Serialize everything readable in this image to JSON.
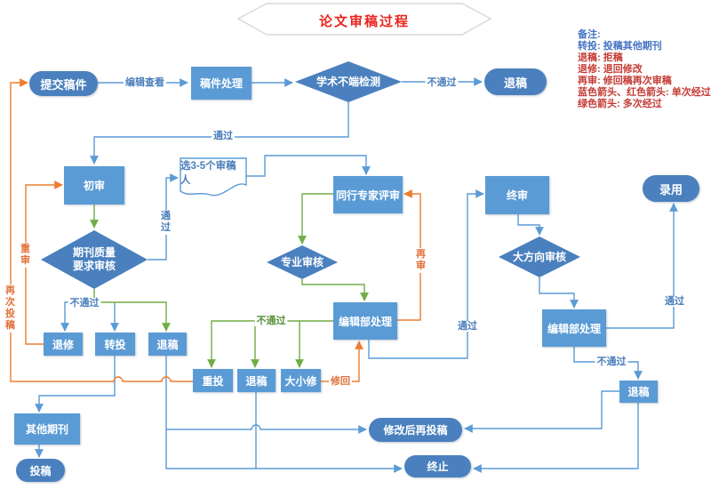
{
  "title": "论文审稿过程",
  "legend": {
    "heading": "备注:",
    "items": [
      {
        "text": "转投: 投稿其他期刊"
      },
      {
        "text": "退稿: 拒稿"
      },
      {
        "text": "退修: 退回修改"
      },
      {
        "text": "再审: 修回稿再次审稿"
      },
      {
        "text": "蓝色箭头、红色箭头: 单次经过"
      },
      {
        "text": "绿色箭头: 多次经过"
      }
    ]
  },
  "nodes": {
    "submit": {
      "label": "提交稿件"
    },
    "manuscript_handling": {
      "label": "稿件处理"
    },
    "misconduct_check": {
      "label": "学术不端检测"
    },
    "reject_top": {
      "label": "退稿"
    },
    "first_review": {
      "label": "初审"
    },
    "quality_check": {
      "line1": "期刊质量",
      "line2": "要求审核"
    },
    "select_reviewers": {
      "label": "选3-5个审稿人"
    },
    "peer_review": {
      "label": "同行专家评审"
    },
    "professional_review": {
      "label": "专业审核"
    },
    "editorial_center": {
      "label": "编辑部处理"
    },
    "final_review": {
      "label": "终审"
    },
    "direction_review": {
      "label": "大方向审核"
    },
    "editorial_right": {
      "label": "编辑部处理"
    },
    "accept": {
      "label": "录用"
    },
    "return_revise": {
      "label": "退修"
    },
    "transfer": {
      "label": "转投"
    },
    "reject_row1": {
      "label": "退稿"
    },
    "resubmit": {
      "label": "重投"
    },
    "reject_row2": {
      "label": "退稿"
    },
    "major_minor": {
      "label": "大小修"
    },
    "other_journal": {
      "label": "其他期刊"
    },
    "submit_other": {
      "label": "投稿"
    },
    "revise_resubmit": {
      "label": "修改后再投稿"
    },
    "terminate": {
      "label": "终止"
    },
    "reject_right": {
      "label": "退稿"
    }
  },
  "edge_labels": {
    "editor_view": "编辑查看",
    "fail_top": "不通过",
    "pass_top": "通过",
    "pass_quality": "通过",
    "fail_quality": "不通过",
    "fail_center": "不通过",
    "revise_back": "修回",
    "re_review": "再审",
    "re_first_review": "重审",
    "resubmit_again": "再次投稿",
    "pass_center": "通过",
    "pass_right": "通过",
    "fail_right": "不通过"
  },
  "colors": {
    "rect_fill": "#5B9BD5",
    "diamond_fill": "#4A80BE",
    "line_blue": "#5B9BD5",
    "line_green": "#70AD47",
    "line_orange": "#ED7D31",
    "title_red": "#E8251B",
    "legend_blue": "#4472C4",
    "legend_red": "#C53A35"
  }
}
